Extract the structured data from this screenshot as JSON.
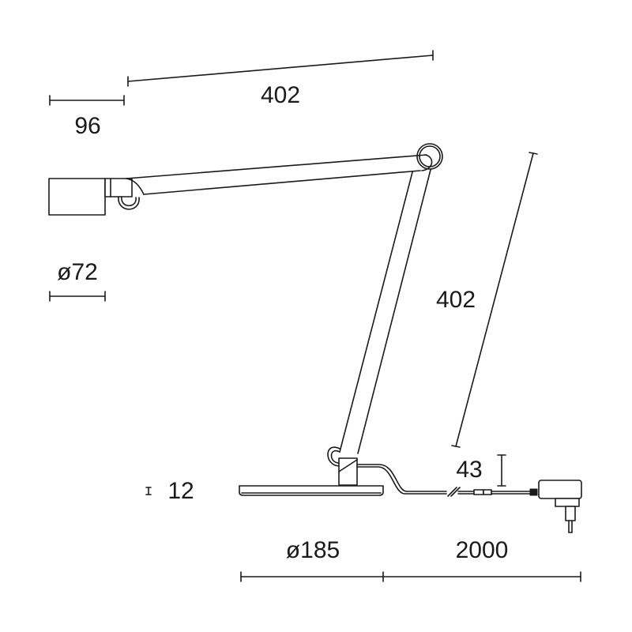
{
  "drawing": {
    "title": "Desk lamp dimension drawing",
    "line_color": "#1a1a1a",
    "background": "#ffffff"
  },
  "dimensions": {
    "upper_arm_length": "402",
    "head_length": "96",
    "head_diameter": "ø72",
    "lower_arm_length": "402",
    "cable_height": "43",
    "base_thickness": "12",
    "base_diameter": "ø185",
    "cable_length": "2000"
  }
}
